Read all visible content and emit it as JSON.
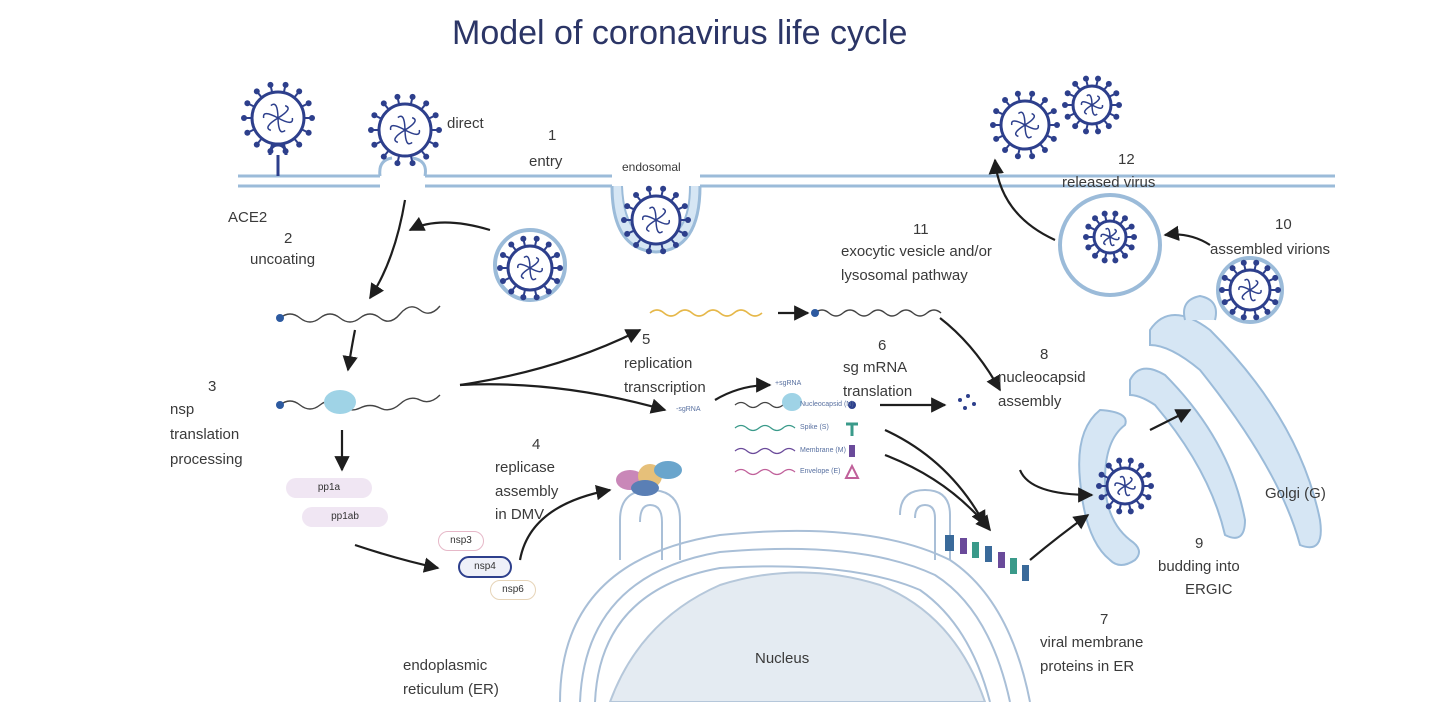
{
  "title": "Model of coronavirus life cycle",
  "labels": {
    "direct": "direct",
    "entry_num": "1",
    "entry": "entry",
    "endosomal": "endosomal",
    "ace2": "ACE2",
    "uncoating_num": "2",
    "uncoating": "uncoating",
    "nsp_num": "3",
    "nsp_line1": "nsp",
    "nsp_line2": "translation",
    "nsp_line3": "processing",
    "replicase_num": "4",
    "replicase_line1": "replicase",
    "replicase_line2": "assembly",
    "replicase_line3": "in DMV",
    "replication_num": "5",
    "replication_line1": "replication",
    "replication_line2": "transcription",
    "sgmrna_num": "6",
    "sgmrna_line1": "sg mRNA",
    "sgmrna_line2": "translation",
    "viralmem_num": "7",
    "viralmem_line1": "viral membrane",
    "viralmem_line2": "proteins in ER",
    "nucleo_num": "8",
    "nucleo_line1": "nucleocapsid",
    "nucleo_line2": "assembly",
    "budding_num": "9",
    "budding_line1": "budding into",
    "budding_line2": "ERGIC",
    "assembled_num": "10",
    "assembled": "assembled virions",
    "exo_num": "11",
    "exo_line1": "exocytic vesicle and/or",
    "exo_line2": "lysosomal pathway",
    "released_num": "12",
    "released": "released virus",
    "golgi": "Golgi (G)",
    "er_line1": "endoplasmic",
    "er_line2": "reticulum (ER)",
    "nucleus": "Nucleus"
  },
  "pills": {
    "pp1a": "pp1a",
    "pp1ab": "pp1ab",
    "nsp3": "nsp3",
    "nsp4": "nsp4",
    "nsp6": "nsp6"
  },
  "rna_labels": {
    "sgrna_top": "+sgRNA",
    "sgrna_left": "-sgRNA",
    "nucleocapsid": "Nucleocapsid (N)",
    "spike": "Spike (S)",
    "membrane": "Membrane (M)",
    "envelope": "Envelope (E)"
  },
  "colors": {
    "virus": "#2d3f8c",
    "membrane_fill": "#d6e6f4",
    "membrane_stroke": "#9bb6d6",
    "text": "#3a3a3a",
    "title": "#2b3566",
    "yellow_rna": "#e6b84a",
    "teal_rna": "#3a9a8a",
    "purple_rna": "#6a4a9a",
    "pink_rna": "#c0609a"
  }
}
